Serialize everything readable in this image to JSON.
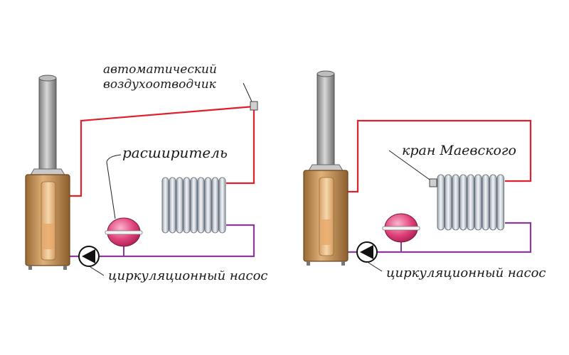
{
  "labels": {
    "air_vent_line1": "автоматический",
    "air_vent_line2": "воздухоотводчик",
    "expansion_tank": "расширитель",
    "pump_left": "циркуляционный насос",
    "mayevsky_valve": "кран Маевского",
    "pump_right": "циркуляционный насос"
  },
  "colors": {
    "supply_pipe": "#e0202a",
    "return_pipe": "#8b3a9b",
    "boiler_body": "#c8955a",
    "chimney": "#a9a9a9",
    "radiator": "#d6dbe0",
    "tank": "#e0407a"
  }
}
